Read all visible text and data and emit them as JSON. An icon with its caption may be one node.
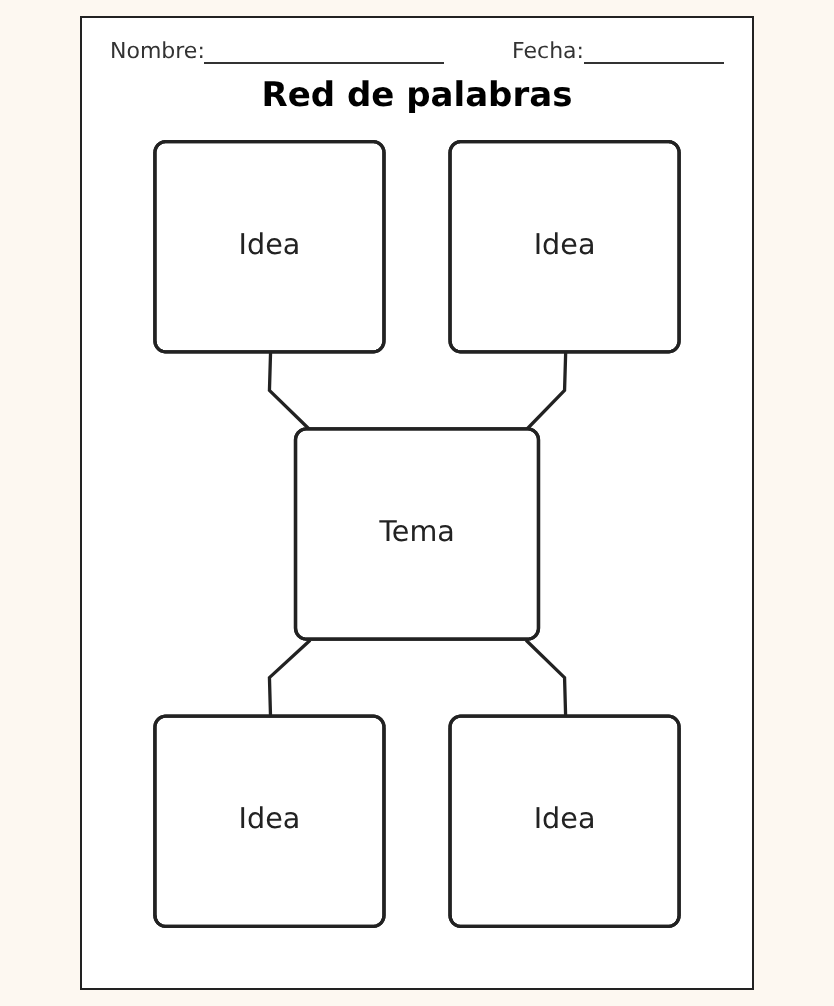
{
  "diagram": {
    "title": "Red de palabras",
    "nodes": [
      {
        "text": [
          "Idea"
        ]
      },
      {
        "text": [
          "Idea"
        ]
      },
      {
        "text": [
          "Tema"
        ]
      },
      {
        "text": [
          "Idea"
        ]
      },
      {
        "text": [
          "Idea"
        ]
      }
    ],
    "edges": [
      {
        "from": 0,
        "to": 2,
        "arrow": "none"
      },
      {
        "from": 1,
        "to": 2,
        "arrow": "none"
      },
      {
        "from": 2,
        "to": 3,
        "arrow": "none"
      },
      {
        "from": 2,
        "to": 4,
        "arrow": "none"
      }
    ],
    "labels": [
      "Nombre:",
      "Fecha:"
    ]
  }
}
